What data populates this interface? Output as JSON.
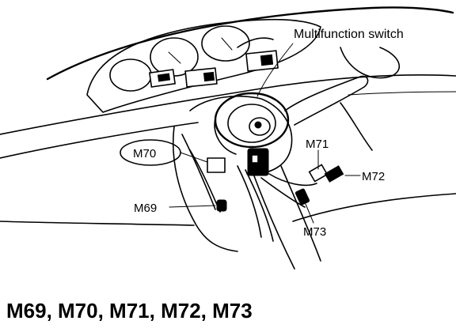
{
  "labels": {
    "multifunction_switch": "Multifunction switch",
    "m70": "M70",
    "m69": "M69",
    "m71": "M71",
    "m72": "M72",
    "m73": "M73"
  },
  "caption": "M69, M70, M71, M72, M73"
}
